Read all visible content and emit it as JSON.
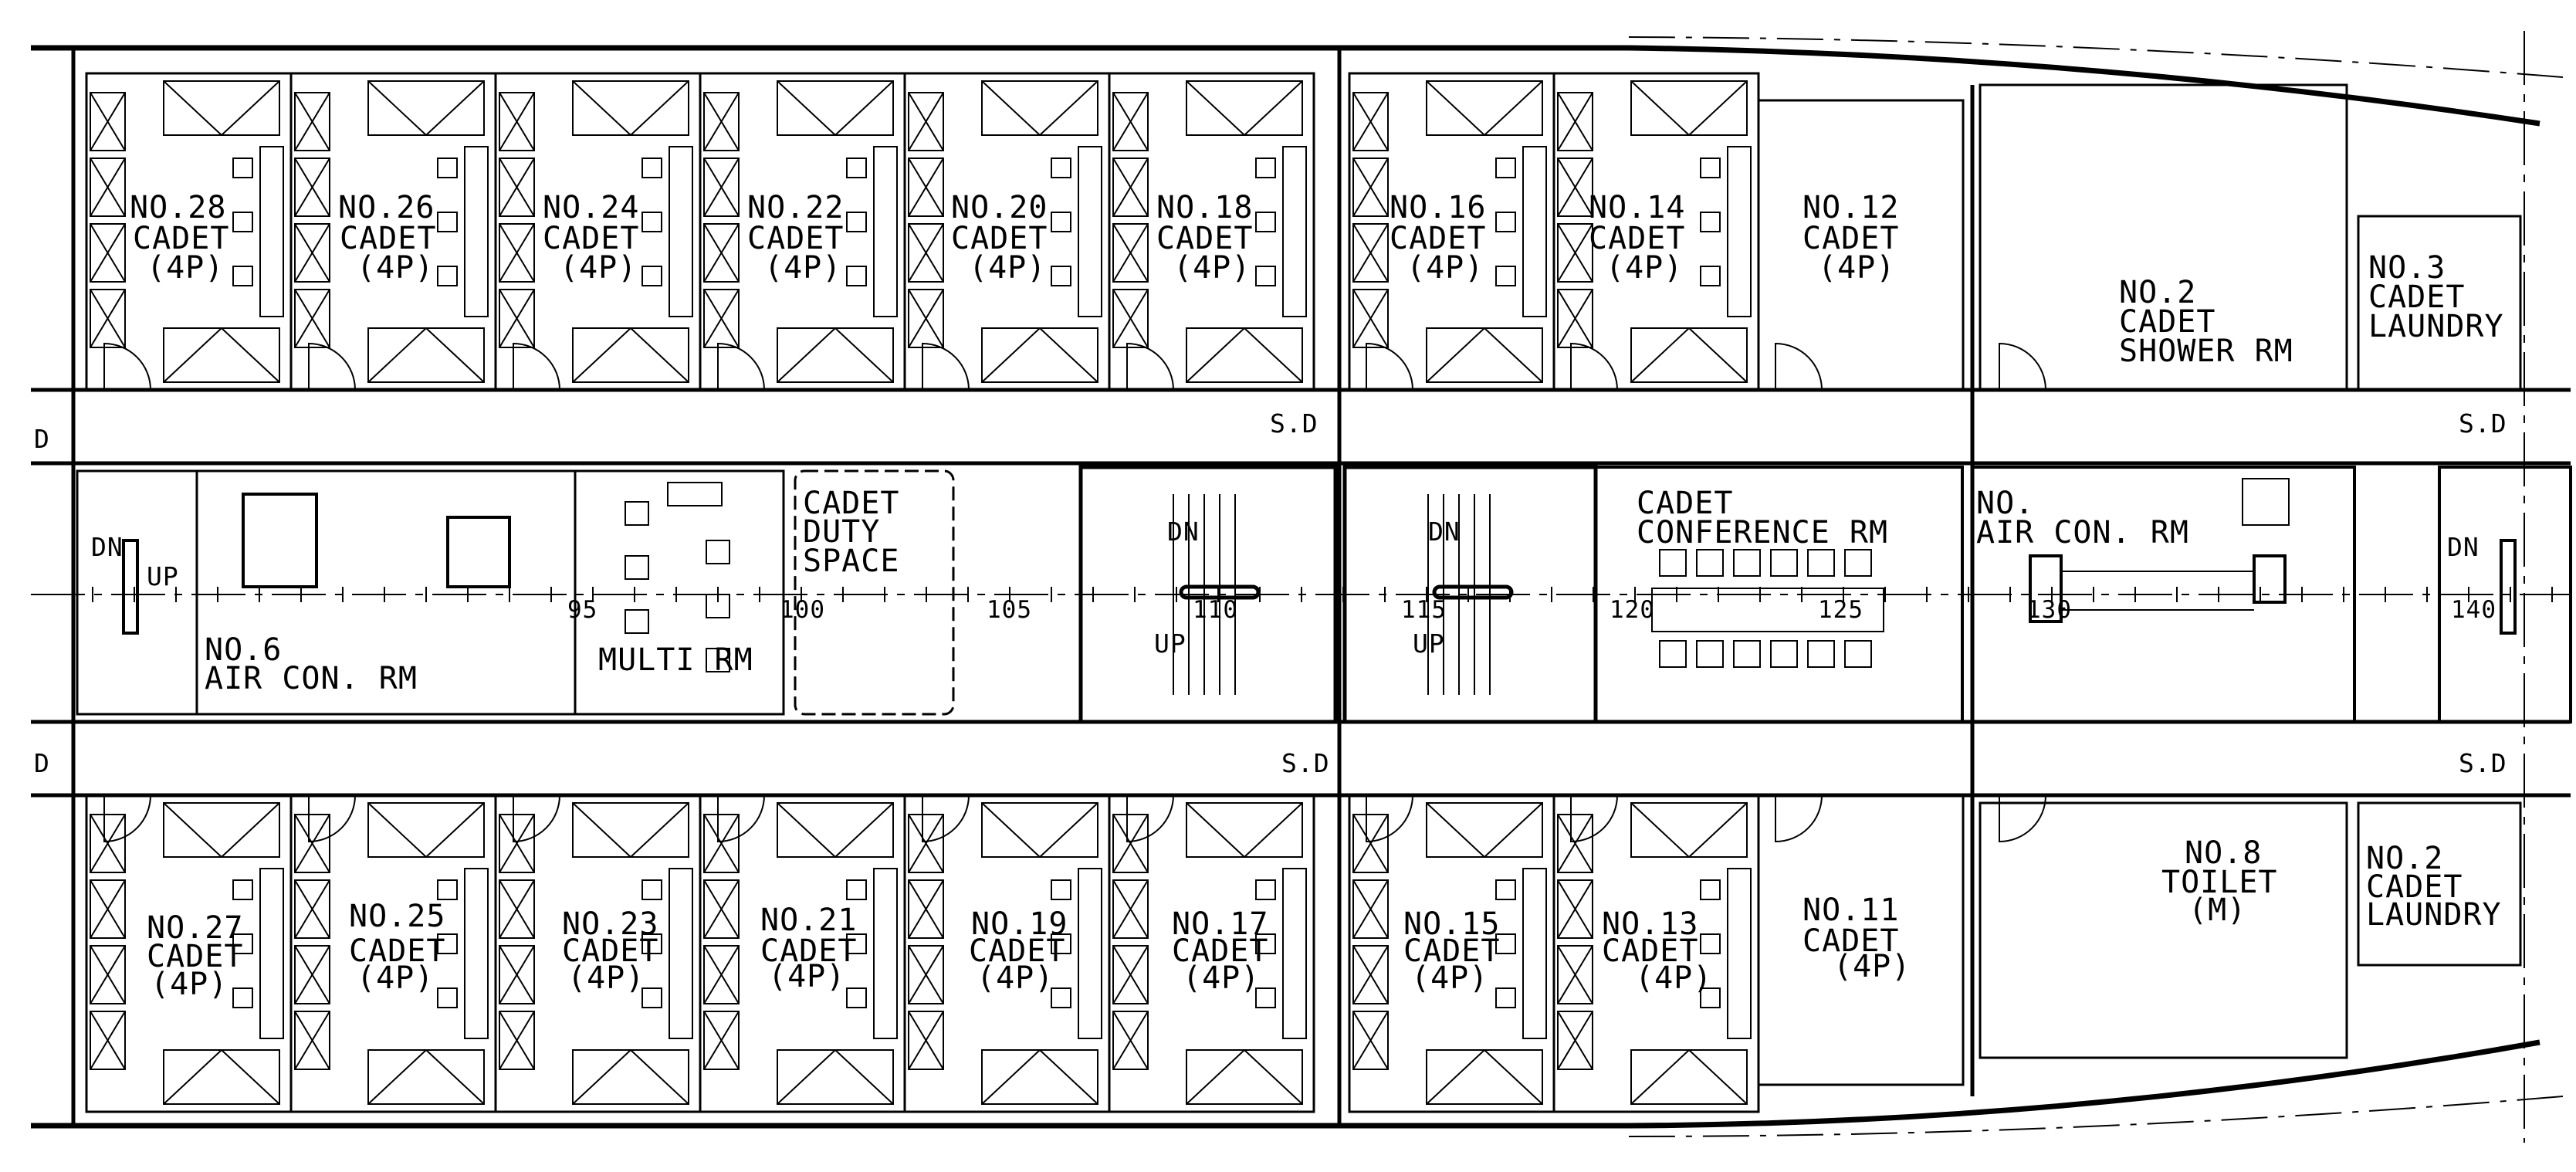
{
  "drawing": {
    "stroke_color": "#000000",
    "background": "#ffffff"
  },
  "frame_numbers": [
    "95",
    "100",
    "105",
    "110",
    "115",
    "120",
    "125",
    "130",
    "140"
  ],
  "rooms": {
    "no28": {
      "line1": "NO.28",
      "line2": "CADET",
      "line3": "(4P)"
    },
    "no26": {
      "line1": "NO.26",
      "line2": "CADET",
      "line3": "(4P)"
    },
    "no24": {
      "line1": "NO.24",
      "line2": "CADET",
      "line3": "(4P)"
    },
    "no22": {
      "line1": "NO.22",
      "line2": "CADET",
      "line3": "(4P)"
    },
    "no20": {
      "line1": "NO.20",
      "line2": "CADET",
      "line3": "(4P)"
    },
    "no18": {
      "line1": "NO.18",
      "line2": "CADET",
      "line3": "(4P)"
    },
    "no16": {
      "line1": "NO.16",
      "line2": "CADET",
      "line3": "(4P)"
    },
    "no14": {
      "line1": "NO.14",
      "line2": "CADET",
      "line3": "(4P)"
    },
    "no12": {
      "line1": "NO.12",
      "line2": "CADET",
      "line3": "(4P)"
    },
    "no27": {
      "line1": "NO.27",
      "line2": "CADET",
      "line3": "(4P)"
    },
    "no25": {
      "line1": "NO.25",
      "line2": "CADET",
      "line3": "(4P)"
    },
    "no23": {
      "line1": "NO.23",
      "line2": "CADET",
      "line3": "(4P)"
    },
    "no21": {
      "line1": "NO.21",
      "line2": "CADET",
      "line3": "(4P)"
    },
    "no19": {
      "line1": "NO.19",
      "line2": "CADET",
      "line3": "(4P)"
    },
    "no17": {
      "line1": "NO.17",
      "line2": "CADET",
      "line3": "(4P)"
    },
    "no15": {
      "line1": "NO.15",
      "line2": "CADET",
      "line3": "(4P)"
    },
    "no13": {
      "line1": "NO.13",
      "line2": "CADET",
      "line3": "(4P)"
    },
    "no11": {
      "line1": "NO.11",
      "line2": "CADET",
      "line3": "(4P)"
    },
    "shower2": {
      "line1": "NO.2",
      "line2": "CADET",
      "line3": "SHOWER RM"
    },
    "laundry3": {
      "line1": "NO.3",
      "line2": "CADET",
      "line3": "LAUNDRY"
    },
    "toilet8": {
      "line1": "NO.8",
      "line2": "TOILET",
      "line3": "(M)"
    },
    "laundry2": {
      "line1": "NO.2",
      "line2": "CADET",
      "line3": "LAUNDRY"
    },
    "aircon6": {
      "line1": "NO.6",
      "line2": "AIR CON. RM"
    },
    "multi": {
      "line1": "MULTI RM"
    },
    "duty": {
      "line1": "CADET",
      "line2": "DUTY",
      "line3": "SPACE"
    },
    "conference": {
      "line1": "CADET",
      "line2": "CONFERENCE RM"
    },
    "aircon_right": {
      "line1": "NO.",
      "line2": "AIR CON. RM"
    }
  },
  "stairs": {
    "left": {
      "dn": "DN",
      "up": "UP"
    },
    "stair1": {
      "dn": "DN",
      "up": "UP"
    },
    "stair2": {
      "dn": "DN",
      "up": "UP"
    },
    "right": {
      "dn": "DN"
    }
  },
  "markers": {
    "sd": "S.D",
    "d": "D"
  }
}
